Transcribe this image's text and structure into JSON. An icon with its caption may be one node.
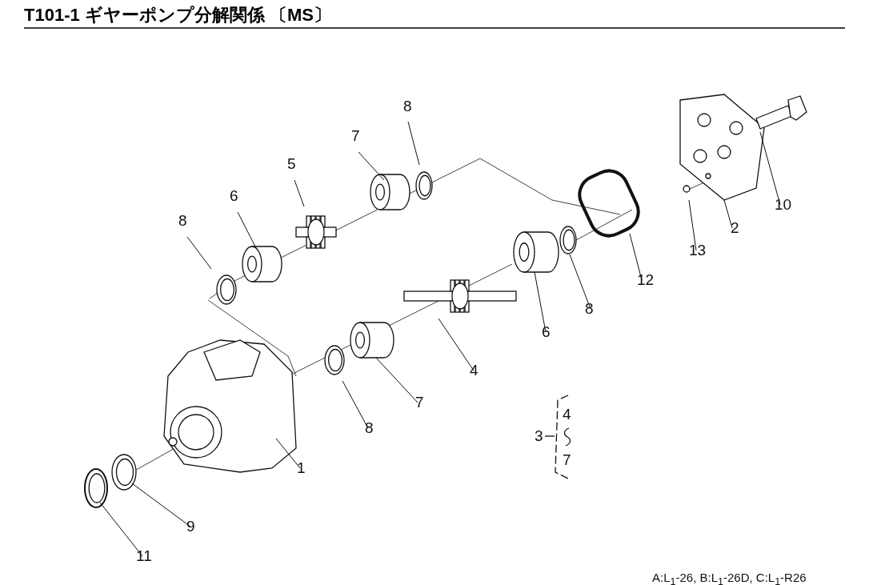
{
  "diagram": {
    "title": "T101-1 ギヤーポンプ分解関係 〔MS〕",
    "nodes": [
      {
        "text": [
          "8"
        ]
      },
      {
        "text": [
          "7"
        ]
      },
      {
        "text": [
          "5"
        ]
      },
      {
        "text": [
          "6"
        ]
      },
      {
        "text": [
          "8"
        ]
      },
      {
        "text": [
          "10"
        ]
      },
      {
        "text": [
          "2"
        ]
      },
      {
        "text": [
          "13"
        ]
      },
      {
        "text": [
          "12"
        ]
      },
      {
        "text": [
          "8"
        ]
      },
      {
        "text": [
          "6"
        ]
      },
      {
        "text": [
          "4"
        ]
      },
      {
        "text": [
          "7"
        ]
      },
      {
        "text": [
          "8"
        ]
      },
      {
        "text": [
          "1"
        ]
      },
      {
        "text": [
          "9"
        ]
      },
      {
        "text": [
          "11"
        ]
      }
    ],
    "edges": [
      {
        "from": 0,
        "to": null,
        "arrow": "none"
      },
      {
        "from": 1,
        "to": null,
        "arrow": "none"
      },
      {
        "from": 2,
        "to": null,
        "arrow": "none"
      },
      {
        "from": 3,
        "to": null,
        "arrow": "none"
      },
      {
        "from": 4,
        "to": null,
        "arrow": "none"
      },
      {
        "from": 5,
        "to": null,
        "arrow": "none"
      },
      {
        "from": 6,
        "to": null,
        "arrow": "none"
      },
      {
        "from": 7,
        "to": null,
        "arrow": "none"
      },
      {
        "from": 8,
        "to": null,
        "arrow": "none"
      },
      {
        "from": 9,
        "to": null,
        "arrow": "none"
      },
      {
        "from": 10,
        "to": null,
        "arrow": "none"
      },
      {
        "from": 11,
        "to": null,
        "arrow": "none"
      },
      {
        "from": 12,
        "to": null,
        "arrow": "none"
      },
      {
        "from": 13,
        "to": null,
        "arrow": "none"
      },
      {
        "from": 14,
        "to": null,
        "arrow": "none"
      },
      {
        "from": 15,
        "to": null,
        "arrow": "none"
      },
      {
        "from": 16,
        "to": null,
        "arrow": "none"
      }
    ],
    "labels": [
      "3",
      "4",
      "7",
      "A:L$_{1}$-26, B:L$_{1}$-26D, C:L$_{1}$-R26"
    ]
  }
}
